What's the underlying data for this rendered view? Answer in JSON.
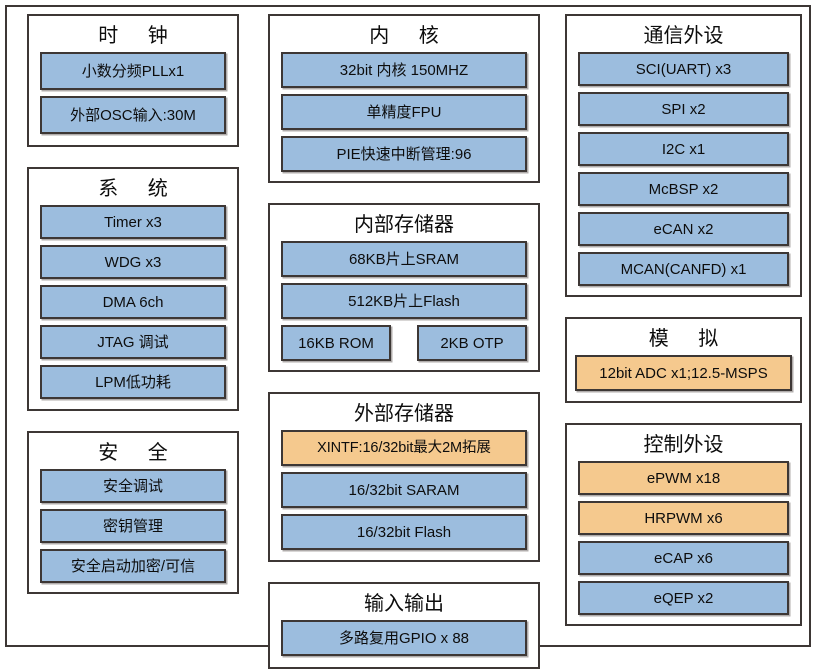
{
  "diagram": {
    "title_style": "mcu-block-diagram",
    "colors": {
      "blue_fill": "#9CBDDE",
      "orange_fill": "#F5C98E",
      "border": "#3D3735",
      "background": "#FFFFFF"
    },
    "columns": [
      {
        "name": "left",
        "sections": [
          {
            "id": "clock",
            "title": "时 钟",
            "title_spaced": true,
            "blocks": [
              {
                "label": "小数分频PLLx1",
                "color": "blue"
              },
              {
                "label": "外部OSC输入:30M",
                "color": "blue"
              }
            ]
          },
          {
            "id": "system",
            "title": "系 统",
            "title_spaced": true,
            "blocks": [
              {
                "label": "Timer x3",
                "color": "blue"
              },
              {
                "label": "WDG x3",
                "color": "blue"
              },
              {
                "label": "DMA 6ch",
                "color": "blue"
              },
              {
                "label": "JTAG 调试",
                "color": "blue"
              },
              {
                "label": "LPM低功耗",
                "color": "blue"
              }
            ]
          },
          {
            "id": "security",
            "title": "安 全",
            "title_spaced": true,
            "blocks": [
              {
                "label": "安全调试",
                "color": "blue"
              },
              {
                "label": "密钥管理",
                "color": "blue"
              },
              {
                "label": "安全启动加密/可信",
                "color": "blue"
              }
            ]
          }
        ]
      },
      {
        "name": "middle",
        "sections": [
          {
            "id": "core",
            "title": "内 核",
            "title_spaced": true,
            "blocks": [
              {
                "label": "32bit 内核 150MHZ",
                "color": "blue"
              },
              {
                "label": "单精度FPU",
                "color": "blue"
              },
              {
                "label": "PIE快速中断管理:96",
                "color": "blue"
              }
            ]
          },
          {
            "id": "internal-memory",
            "title": "内部存储器",
            "title_spaced": false,
            "blocks": [
              {
                "label": "68KB片上SRAM",
                "color": "blue"
              },
              {
                "label": "512KB片上Flash",
                "color": "blue"
              }
            ],
            "split_row": [
              {
                "label": "16KB ROM",
                "color": "blue"
              },
              {
                "label": "2KB OTP",
                "color": "blue"
              }
            ]
          },
          {
            "id": "external-memory",
            "title": "外部存储器",
            "title_spaced": false,
            "blocks": [
              {
                "label": "XINTF:16/32bit最大2M拓展",
                "color": "orange"
              },
              {
                "label": "16/32bit SARAM",
                "color": "blue"
              },
              {
                "label": "16/32bit Flash",
                "color": "blue"
              }
            ]
          },
          {
            "id": "io",
            "title": "输入输出",
            "title_spaced": false,
            "blocks": [
              {
                "label": "多路复用GPIO x 88",
                "color": "blue"
              }
            ]
          }
        ]
      },
      {
        "name": "right",
        "sections": [
          {
            "id": "communication-peripherals",
            "title": "通信外设",
            "title_spaced": false,
            "blocks": [
              {
                "label": "SCI(UART) x3",
                "color": "blue"
              },
              {
                "label": "SPI x2",
                "color": "blue"
              },
              {
                "label": "I2C x1",
                "color": "blue"
              },
              {
                "label": "McBSP x2",
                "color": "blue"
              },
              {
                "label": "eCAN x2",
                "color": "blue"
              },
              {
                "label": "MCAN(CANFD) x1",
                "color": "blue"
              }
            ]
          },
          {
            "id": "analog",
            "title": "模 拟",
            "title_spaced": true,
            "blocks": [
              {
                "label": "12bit ADC x1;12.5-MSPS",
                "color": "orange"
              }
            ]
          },
          {
            "id": "control-peripherals",
            "title": "控制外设",
            "title_spaced": false,
            "blocks": [
              {
                "label": "ePWM x18",
                "color": "orange"
              },
              {
                "label": "HRPWM x6",
                "color": "orange"
              },
              {
                "label": "eCAP x6",
                "color": "blue"
              },
              {
                "label": "eQEP x2",
                "color": "blue"
              }
            ]
          }
        ]
      }
    ]
  }
}
